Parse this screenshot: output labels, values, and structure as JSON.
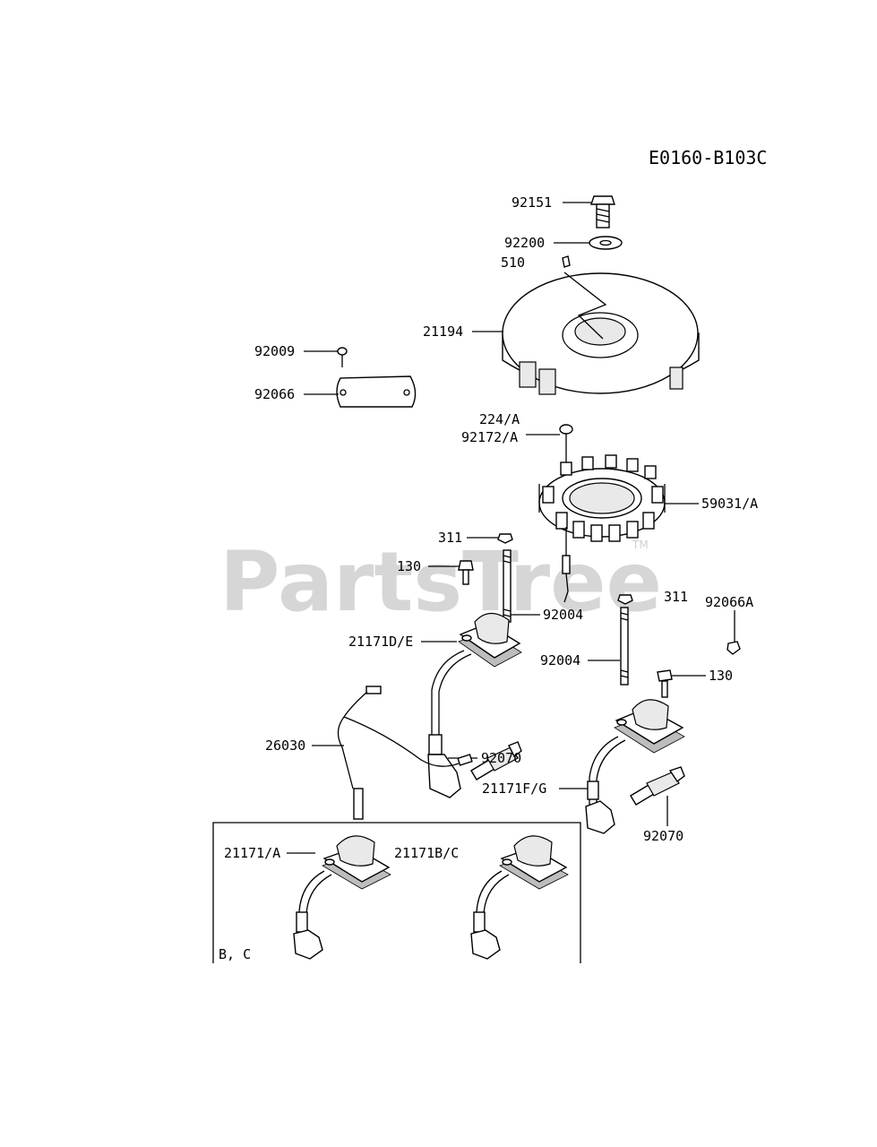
{
  "diagram_code": "E0160-B103C",
  "watermark": "PartsTree",
  "trademark": "TM",
  "box_note": "B, C",
  "labels": {
    "p92151": "92151",
    "p92200": "92200",
    "p510": "510",
    "p21194": "21194",
    "p92009": "92009",
    "p92066": "92066",
    "p224a": "224/A",
    "p92172a": "92172/A",
    "p59031a": "59031/A",
    "p311a": "311",
    "p130a": "130",
    "p92004a": "92004",
    "p21171de": "21171D/E",
    "p311b": "311",
    "p92066a": "92066A",
    "p92004b": "92004",
    "p130b": "130",
    "p26030": "26030",
    "p92070a": "92070",
    "p21171fg": "21171F/G",
    "p92070b": "92070",
    "p21171a": "21171/A",
    "p21171bc": "21171B/C"
  }
}
